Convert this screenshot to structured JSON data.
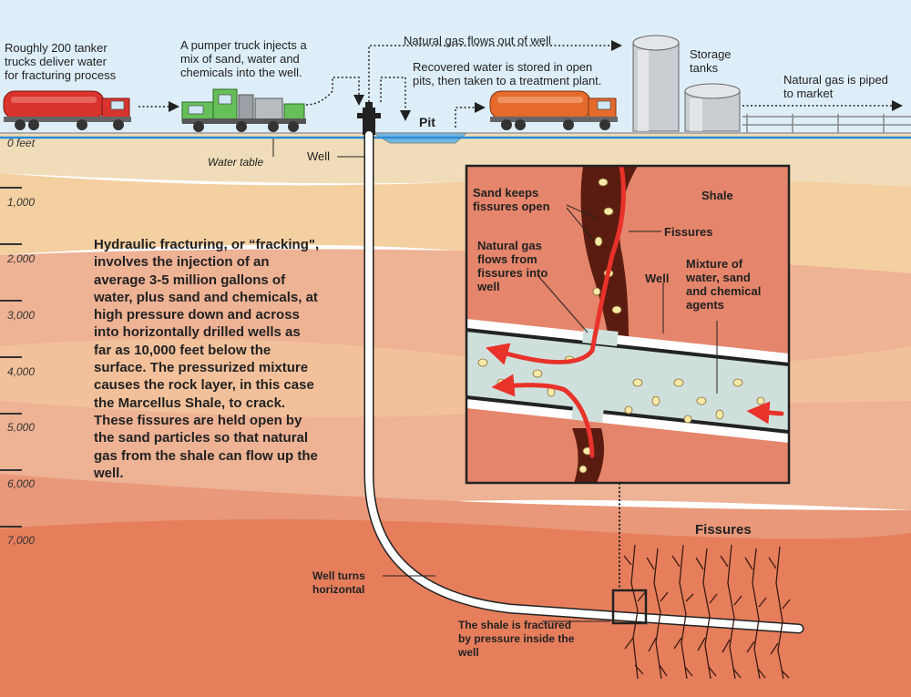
{
  "labels": {
    "tanker_trucks": "Roughly 200 tanker\ntrucks deliver water\nfor fracturing process",
    "pumper_truck": "A pumper truck injects a\nmix of sand, water and\nchemicals into the well.",
    "gas_flows_out": "Natural gas flows out of well",
    "recovered_water": "Recovered water is stored in open\npits, then taken to a treatment plant.",
    "storage_tanks": "Storage\ntanks",
    "piped_to_market": "Natural gas is piped\nto market",
    "pit": "Pit",
    "water_table": "Water table",
    "well": "Well",
    "well_turns": "Well turns\nhorizontal",
    "shale_fractured": "The shale is fractured\nby pressure inside the\nwell",
    "fissures_bottom": "Fissures"
  },
  "depth_scale": [
    "0 feet",
    "1,000",
    "2,000",
    "3,000",
    "4,000",
    "5,000",
    "6,000",
    "7,000"
  ],
  "description": {
    "part1": "Hydraulic fracturing, or “fracking\", involves the injection of an average 3-5 million gallons of water, plus sand and chemicals, at high pressure down and across into horizontally drilled wells as far as ",
    "emph": "10,000",
    "part2": " feet below the surface. The pressurized mixture causes the rock layer, in this case the Marcellus Shale, to crack. These fissures are held open by the sand particles so that natural gas from the shale can flow up the well."
  },
  "inset": {
    "sand_keeps": "Sand keeps\nfissures open",
    "shale": "Shale",
    "fissures": "Fissures",
    "gas_flows_from": "Natural gas\nflows from\nfissures into\nwell",
    "well": "Well",
    "mixture": "Mixture of\nwater, sand\nand chemical\nagents"
  },
  "colors": {
    "sky": "#deeef8",
    "ground_surface": "#f0dcb8",
    "layer_sand": "#f4cfa0",
    "layer_pink": "#eeb295",
    "layer_salmon": "#e99879",
    "shale_deep": "#e67e5c",
    "well_red": "#e8322a",
    "truck_red": "#d8332c",
    "truck_green": "#66c05a",
    "truck_orange": "#e56a2c",
    "tank_steel": "#c9ced2"
  }
}
